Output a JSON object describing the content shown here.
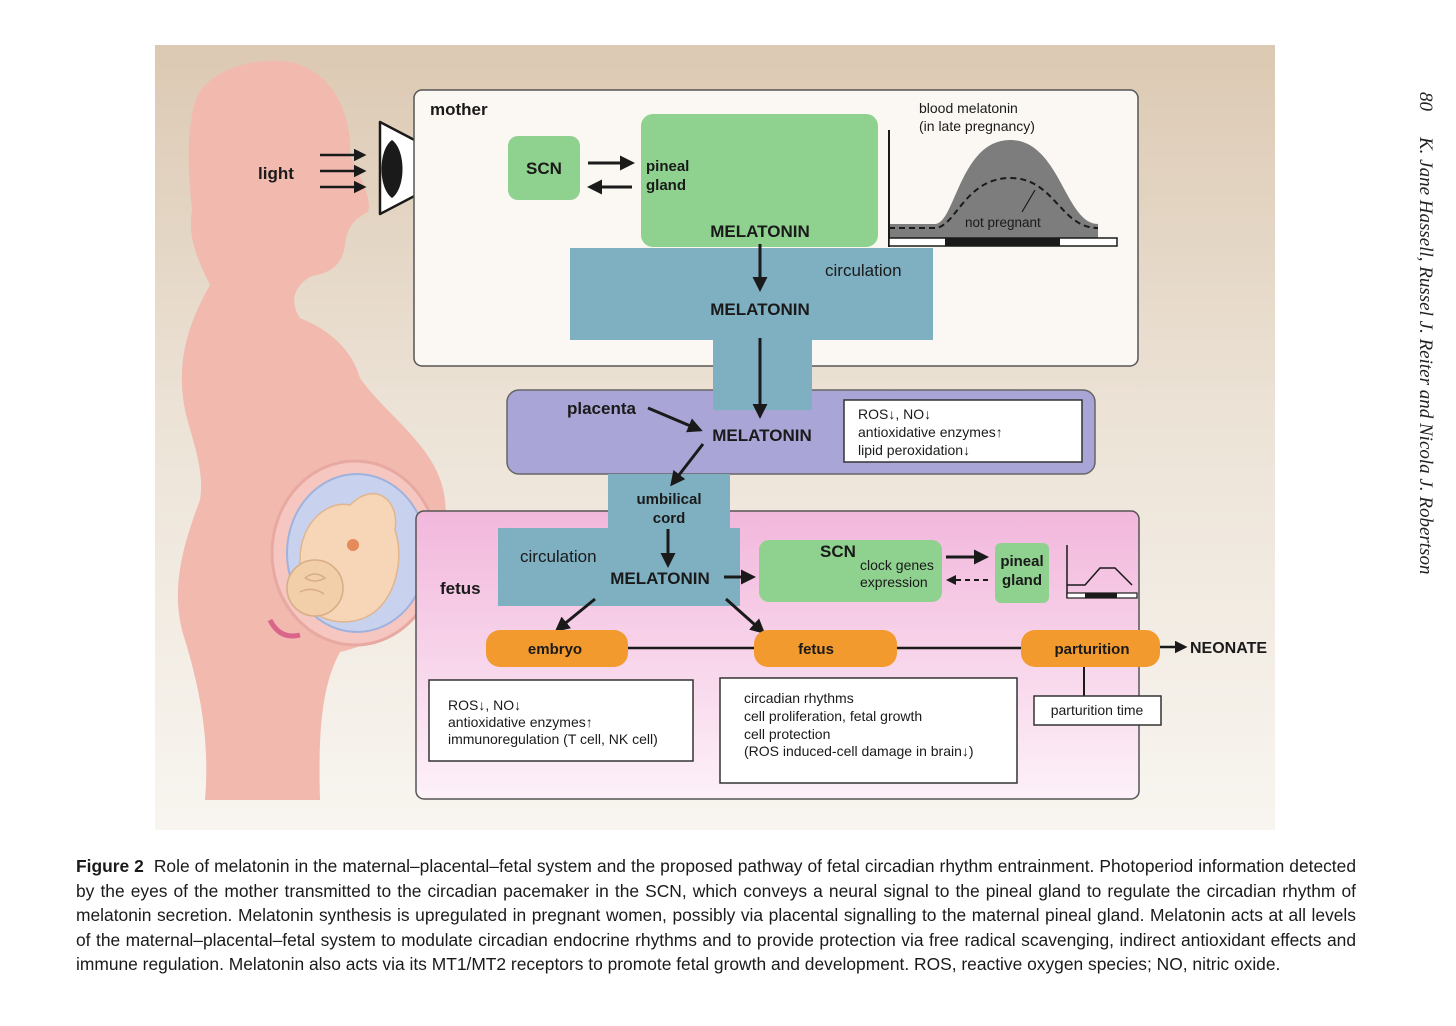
{
  "running_header": {
    "page_number": "80",
    "authors": "K. Jane Hassell, Russel J. Reiter and Nicola J. Robertson"
  },
  "figure": {
    "labels": {
      "light": "light",
      "mother": "mother",
      "scn": "SCN",
      "pineal_gland_line1": "pineal",
      "pineal_gland_line2": "gland",
      "melatonin": "MELATONIN",
      "circulation": "circulation",
      "placenta": "placenta",
      "umbilical_line1": "umbilical",
      "umbilical_line2": "cord",
      "fetus_region": "fetus",
      "clock_genes_line1": "clock genes",
      "clock_genes_line2": "expression",
      "embryo": "embryo",
      "fetus_stage": "fetus",
      "parturition": "parturition",
      "neonate": "NEONATE",
      "parturition_time": "parturition time"
    },
    "graph": {
      "title_line1": "blood melatonin",
      "title_line2": "(in late pregnancy)",
      "not_pregnant": "not pregnant"
    },
    "placenta_effects": [
      "ROS↓, NO↓",
      "antioxidative enzymes↑",
      "lipid peroxidation↓"
    ],
    "embryo_effects": [
      "ROS↓, NO↓",
      "antioxidative enzymes↑",
      "immunoregulation (T cell, NK cell)"
    ],
    "fetus_effects": [
      "circadian rhythms",
      "cell proliferation, fetal growth",
      "cell protection",
      "(ROS induced-cell damage in brain↓)"
    ]
  },
  "caption": {
    "label": "Figure 2",
    "text": "Role of melatonin in the maternal–placental–fetal system and the proposed pathway of fetal circadian rhythm entrainment. Photoperiod information detected by the eyes of the mother transmitted to the circadian pacemaker in the SCN, which conveys a neural signal to the pineal gland to regulate the circadian rhythm of melatonin secretion. Melatonin synthesis is upregulated in pregnant women, possibly via placental signalling to the maternal pineal gland. Melatonin acts at all levels of the maternal–placental–fetal system to modulate circadian endocrine rhythms and to provide protection via free radical scavenging, indirect antioxidant effects and immune regulation. Melatonin also acts via its MT1/MT2 receptors to promote fetal growth and development. ROS, reactive oxygen species; NO, nitric oxide."
  },
  "colors": {
    "silhouette": "#f2b9ae",
    "green": "#8fd18f",
    "blue": "#7fb0c2",
    "purple": "#a9a5d6",
    "pink": "#f3bfe0",
    "orange": "#f29a2e",
    "graph_fill": "#7d7d7d"
  }
}
